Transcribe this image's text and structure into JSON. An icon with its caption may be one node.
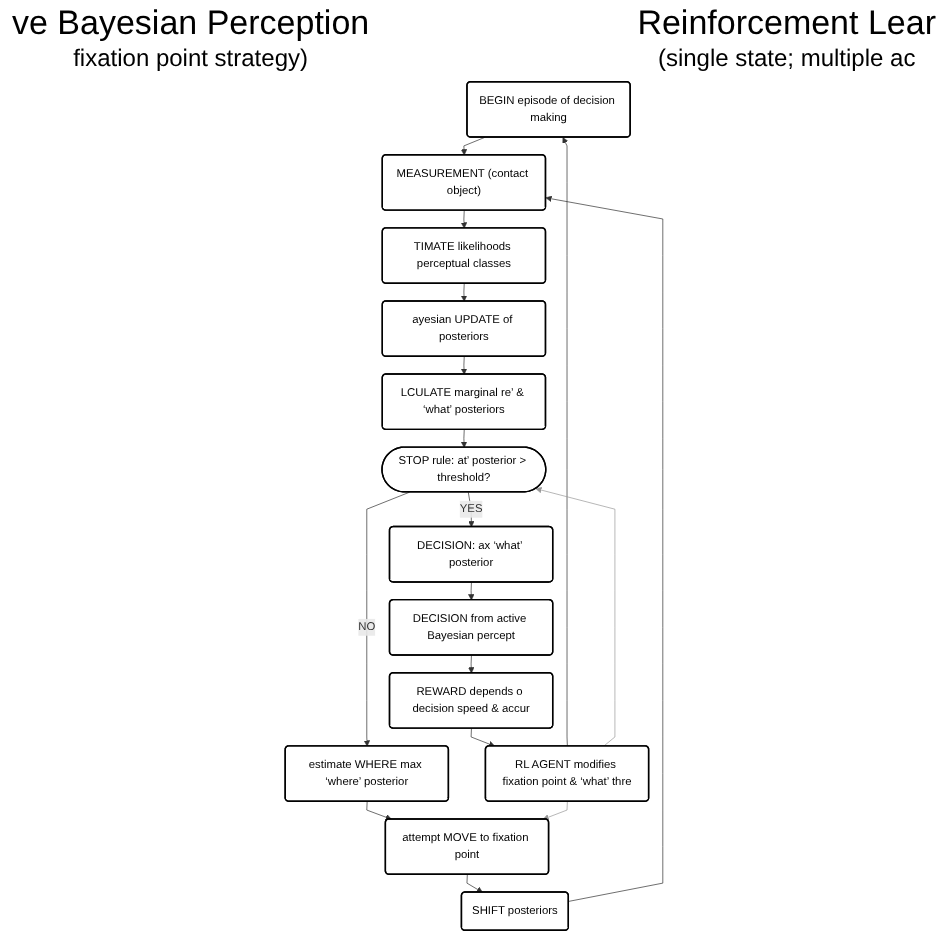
{
  "diagram": {
    "nodes": [
      {
        "text": [
          "BEGIN episode of decision making"
        ]
      },
      {
        "text": [
          "MEASUREMENT (contact object)"
        ]
      },
      {
        "text": [
          "TIMATE likelihoods perceptual classes"
        ]
      },
      {
        "text": [
          "ayesian UPDATE of posteriors"
        ]
      },
      {
        "text": [
          "LCULATE marginal re’ & ‘what’ posteriors"
        ]
      },
      {
        "text": [
          "STOP rule: at’ posterior > threshold?"
        ]
      },
      {
        "text": [
          "DECISION: ax ‘what’ posterior"
        ]
      },
      {
        "text": [
          "estimate WHERE max ‘where’ posterior"
        ]
      },
      {
        "text": [
          "attempt MOVE to fixation point"
        ]
      },
      {
        "text": [
          "SHIFT posteriors"
        ]
      },
      {
        "text": [
          "DECISION from active Bayesian percept"
        ]
      },
      {
        "text": [
          "REWARD depends o decision speed & accur"
        ]
      },
      {
        "text": [
          "RL AGENT modifies fixation point & ‘what’ thre"
        ]
      }
    ],
    "edges": [
      {
        "from": 0,
        "to": 1,
        "arrow": "to"
      },
      {
        "from": 1,
        "to": 2,
        "arrow": "to"
      },
      {
        "from": 2,
        "to": 3,
        "arrow": "to"
      },
      {
        "from": 3,
        "to": 4,
        "arrow": "to"
      },
      {
        "from": 4,
        "to": 5,
        "arrow": "to"
      },
      {
        "from": 5,
        "to": 6,
        "arrow": "to",
        "label": "YES"
      },
      {
        "from": 5,
        "to": 7,
        "arrow": "to",
        "label": "NO"
      },
      {
        "from": 7,
        "to": 8,
        "arrow": "to"
      },
      {
        "from": 8,
        "to": 9,
        "arrow": "to"
      },
      {
        "from": 9,
        "to": 1,
        "arrow": "to"
      },
      {
        "from": 6,
        "to": 10,
        "arrow": "to"
      },
      {
        "from": 10,
        "to": 11,
        "arrow": "to"
      },
      {
        "from": 11,
        "to": 12,
        "arrow": "to"
      },
      {
        "from": 12,
        "to": 0,
        "arrow": "to"
      },
      {
        "from": 12,
        "to": 8,
        "arrow": "to",
        "color": "#999999"
      },
      {
        "from": 12,
        "to": 5,
        "arrow": "to",
        "color": "#999999"
      }
    ],
    "labels": [
      "ve Bayesian Perception",
      "fixation point strategy)",
      "Reinforcement Lear",
      "(single state; multiple ac"
    ]
  }
}
